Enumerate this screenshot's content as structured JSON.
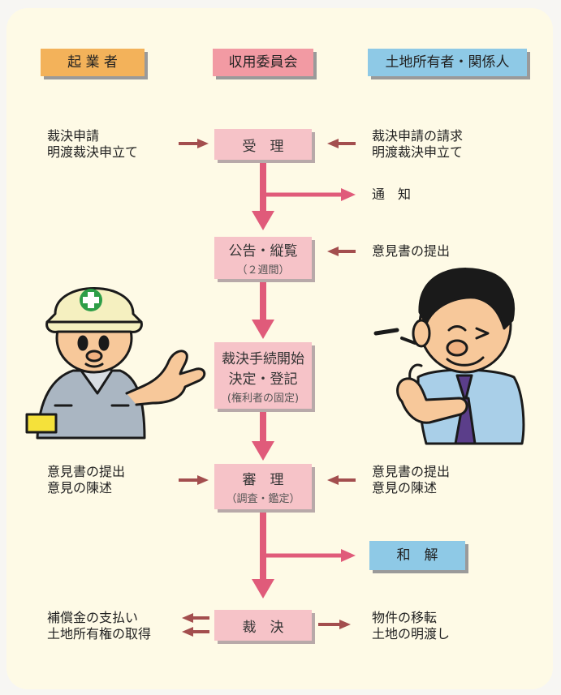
{
  "headers": {
    "entrepreneur": "起 業 者",
    "committee": "収用委員会",
    "owners": "土地所有者・関係人"
  },
  "steps": {
    "accept": {
      "label": "受　理"
    },
    "notice": {
      "label": "公告・縦覧",
      "sub": "（２週間）"
    },
    "start": {
      "label1": "裁決手続開始",
      "label2": "決定・登記",
      "sub": "(権利者の固定)"
    },
    "hearing": {
      "label": "審　理",
      "sub": "（調査・鑑定）"
    },
    "decision": {
      "label": "裁　決"
    }
  },
  "side_labels": {
    "accept_left_1": "裁決申請",
    "accept_left_2": "明渡裁決申立て",
    "accept_right_1": "裁決申請の請求",
    "accept_right_2": "明渡裁決申立て",
    "notify": "通　知",
    "notice_right": "意見書の提出",
    "hearing_left_1": "意見書の提出",
    "hearing_left_2": "意見の陳述",
    "hearing_right_1": "意見書の提出",
    "hearing_right_2": "意見の陳述",
    "settlement": "和　解",
    "decision_left_1": "補償金の支払い",
    "decision_left_2": "土地所有権の取得",
    "decision_right_1": "物件の移転",
    "decision_right_2": "土地の明渡し"
  },
  "colors": {
    "panel": "#fefae6",
    "orange": "#f3b25a",
    "pink_header": "#f29aa3",
    "blue": "#8ec9e6",
    "step_box": "#f6c3c8",
    "main_arrow": "#e05b7a",
    "side_arrow": "#a34e4e"
  }
}
